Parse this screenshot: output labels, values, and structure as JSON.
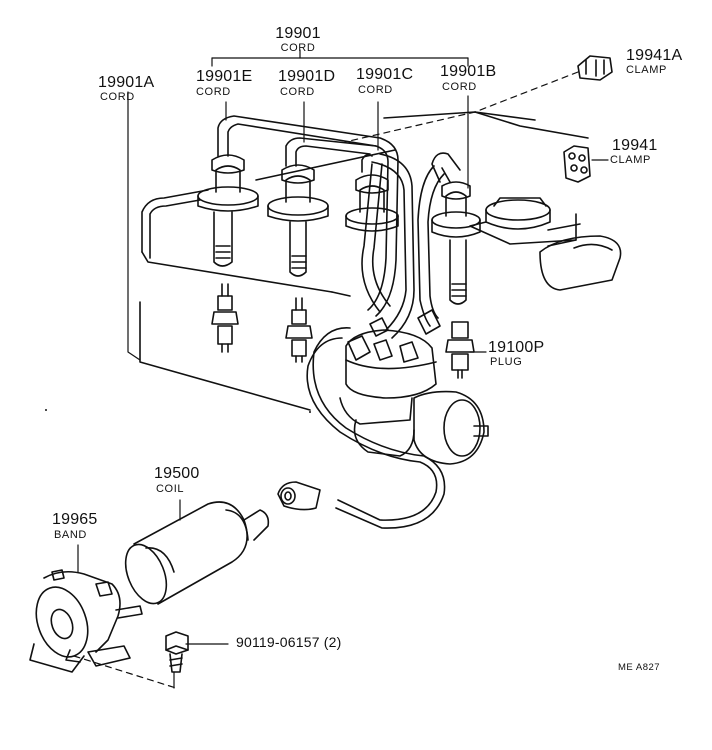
{
  "parts": {
    "cord_main": {
      "number": "19901",
      "name": "CORD"
    },
    "cord_a": {
      "number": "19901A",
      "name": "CORD"
    },
    "cord_e": {
      "number": "19901E",
      "name": "CORD"
    },
    "cord_d": {
      "number": "19901D",
      "name": "CORD"
    },
    "cord_c": {
      "number": "19901C",
      "name": "CORD"
    },
    "cord_b": {
      "number": "19901B",
      "name": "CORD"
    },
    "clamp_a": {
      "number": "19941A",
      "name": "CLAMP"
    },
    "clamp": {
      "number": "19941",
      "name": "CLAMP"
    },
    "plug": {
      "number": "19100P",
      "name": "PLUG"
    },
    "coil": {
      "number": "19500",
      "name": "COIL"
    },
    "band": {
      "number": "19965",
      "name": "BAND"
    },
    "bolt": {
      "number": "90119-06157 (2)"
    }
  },
  "diagram_code": "ME  A827",
  "colors": {
    "ink": "#111111",
    "background": "#ffffff"
  }
}
